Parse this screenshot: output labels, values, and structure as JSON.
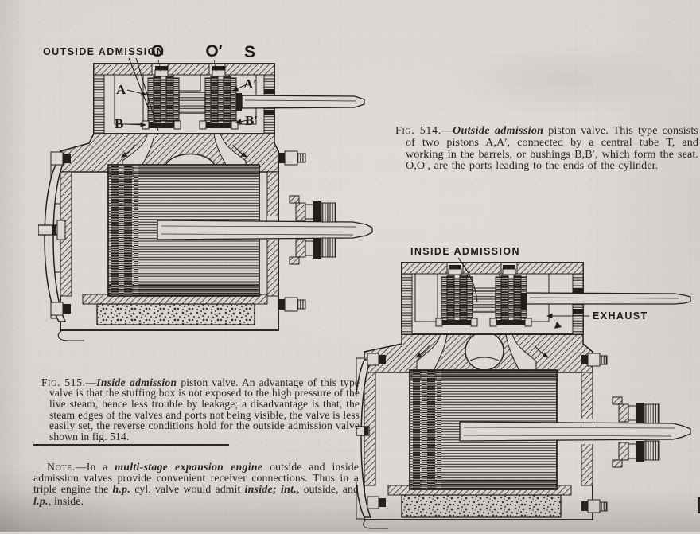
{
  "figures": {
    "fig514": {
      "drawing_labels": {
        "admission_type": "OUTSIDE ADMISSION",
        "port_O": "O",
        "port_O_prime": "O′",
        "letter_S": "S",
        "piston_A": "A",
        "piston_A_prime": "A′",
        "bushing_B": "B",
        "bushing_B_prime": "B′"
      },
      "caption": {
        "fig_label": "Fig. 514.",
        "dash": "—",
        "title": "Outside admission",
        "body": " piston valve.  This type consists of two pistons A,A′, connected by a central tube T, and working in the barrels, or bushings B,B′, which form the seat.  O,O′, are the ports leading to the ends of the cylinder."
      }
    },
    "fig515": {
      "drawing_labels": {
        "admission_type": "INSIDE ADMISSION",
        "exhaust": "EXHAUST"
      },
      "caption": {
        "fig_label": "Fig. 515.",
        "dash": "—",
        "title": "Inside admission",
        "body": " piston valve.  An advantage of this type valve is that the stuffing box is not exposed to the high pressure of the live steam, hence less trouble by leakage; a disadvantage is that, the steam edges of the valves and ports not being visible, the valve is less easily set, the reverse conditions hold for the outside admission valve shown in fig. 514."
      }
    }
  },
  "note": {
    "label": "Note.",
    "s1": "—In a ",
    "term": "multi-stage expansion engine",
    "s2": " outside and inside admission valves provide convenient receiver connections.  Thus in a triple engine the ",
    "hp": "h.p.",
    "s3": " cyl. valve would admit ",
    "inside": "inside;",
    "s4": " ",
    "int": "int.",
    "s5": ", outside, and ",
    "lp": "l.p.",
    "s6": ", inside."
  },
  "colors": {
    "paper": "#d9d6d2",
    "ink": "#221f1b"
  }
}
